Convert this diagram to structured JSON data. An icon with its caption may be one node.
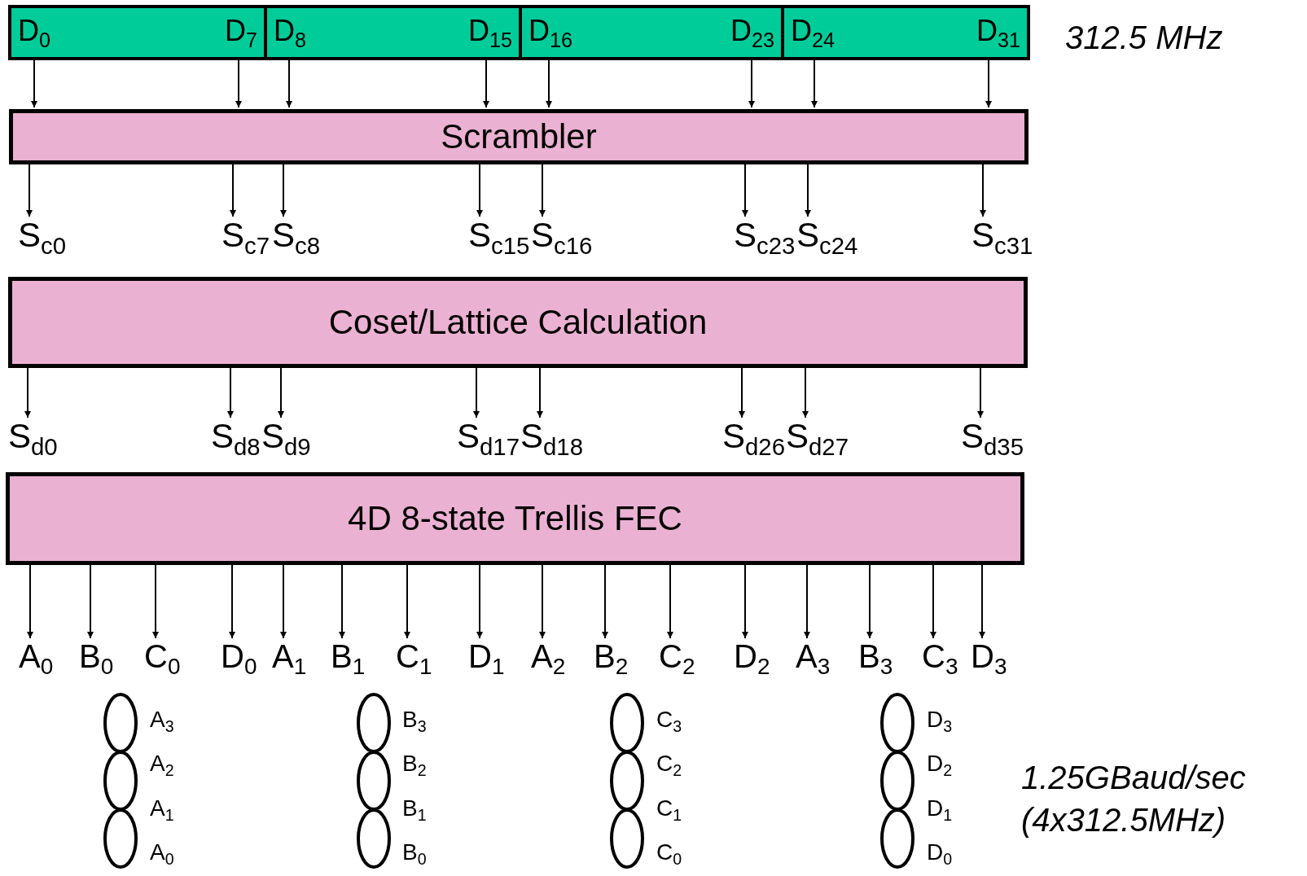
{
  "diagram": {
    "nodes": [
      {
        "text": [
          "D$_{0}$",
          "D$_{7}$"
        ]
      },
      {
        "text": [
          "D$_{8}$",
          "D$_{15}$"
        ]
      },
      {
        "text": [
          "D$_{16}$",
          "D$_{23}$"
        ]
      },
      {
        "text": [
          "D$_{24}$",
          "D$_{31}$"
        ]
      },
      {
        "text": [
          "Scrambler"
        ]
      },
      {
        "text": [
          "S$_{c0}$"
        ]
      },
      {
        "text": [
          "S$_{c7}$"
        ]
      },
      {
        "text": [
          "S$_{c8}$"
        ]
      },
      {
        "text": [
          "S$_{c15}$"
        ]
      },
      {
        "text": [
          "S$_{c16}$"
        ]
      },
      {
        "text": [
          "S$_{c23}$"
        ]
      },
      {
        "text": [
          "S$_{c24}$"
        ]
      },
      {
        "text": [
          "S$_{c31}$"
        ]
      },
      {
        "text": [
          "Coset/Lattice Calculation"
        ]
      },
      {
        "text": [
          "S$_{d0}$"
        ]
      },
      {
        "text": [
          "S$_{d8}$"
        ]
      },
      {
        "text": [
          "S$_{d9}$"
        ]
      },
      {
        "text": [
          "S$_{d17}$"
        ]
      },
      {
        "text": [
          "S$_{d18}$"
        ]
      },
      {
        "text": [
          "S$_{d26}$"
        ]
      },
      {
        "text": [
          "S$_{d27}$"
        ]
      },
      {
        "text": [
          "S$_{d35}$"
        ]
      },
      {
        "text": [
          "4D 8-state Trellis FEC"
        ]
      },
      {
        "text": [
          "A$_{0}$"
        ]
      },
      {
        "text": [
          "B$_{0}$"
        ]
      },
      {
        "text": [
          "C$_{0}$"
        ]
      },
      {
        "text": [
          "D$_{0}$"
        ]
      },
      {
        "text": [
          "A$_{1}$"
        ]
      },
      {
        "text": [
          "B$_{1}$"
        ]
      },
      {
        "text": [
          "C$_{1}$"
        ]
      },
      {
        "text": [
          "D$_{1}$"
        ]
      },
      {
        "text": [
          "A$_{2}$"
        ]
      },
      {
        "text": [
          "B$_{2}$"
        ]
      },
      {
        "text": [
          "C$_{2}$"
        ]
      },
      {
        "text": [
          "D$_{2}$"
        ]
      },
      {
        "text": [
          "A$_{3}$"
        ]
      },
      {
        "text": [
          "B$_{3}$"
        ]
      },
      {
        "text": [
          "C$_{3}$"
        ]
      },
      {
        "text": [
          "D$_{3}$"
        ]
      }
    ],
    "edges": [
      {
        "from": 0,
        "to": 4,
        "arrow": "to"
      },
      {
        "from": 0,
        "to": 4,
        "arrow": "to"
      },
      {
        "from": 1,
        "to": 4,
        "arrow": "to"
      },
      {
        "from": 1,
        "to": 4,
        "arrow": "to"
      },
      {
        "from": 2,
        "to": 4,
        "arrow": "to"
      },
      {
        "from": 2,
        "to": 4,
        "arrow": "to"
      },
      {
        "from": 3,
        "to": 4,
        "arrow": "to"
      },
      {
        "from": 3,
        "to": 4,
        "arrow": "to"
      },
      {
        "from": 4,
        "to": 5,
        "arrow": "to"
      },
      {
        "from": 4,
        "to": 6,
        "arrow": "to"
      },
      {
        "from": 4,
        "to": 7,
        "arrow": "to"
      },
      {
        "from": 4,
        "to": 8,
        "arrow": "to"
      },
      {
        "from": 4,
        "to": 9,
        "arrow": "to"
      },
      {
        "from": 4,
        "to": 10,
        "arrow": "to"
      },
      {
        "from": 4,
        "to": 11,
        "arrow": "to"
      },
      {
        "from": 4,
        "to": 12,
        "arrow": "to"
      },
      {
        "from": 13,
        "to": 14,
        "arrow": "to"
      },
      {
        "from": 13,
        "to": 15,
        "arrow": "to"
      },
      {
        "from": 13,
        "to": 16,
        "arrow": "to"
      },
      {
        "from": 13,
        "to": 17,
        "arrow": "to"
      },
      {
        "from": 13,
        "to": 18,
        "arrow": "to"
      },
      {
        "from": 13,
        "to": 19,
        "arrow": "to"
      },
      {
        "from": 13,
        "to": 20,
        "arrow": "to"
      },
      {
        "from": 13,
        "to": 21,
        "arrow": "to"
      },
      {
        "from": 22,
        "to": 23,
        "arrow": "to"
      },
      {
        "from": 22,
        "to": 24,
        "arrow": "to"
      },
      {
        "from": 22,
        "to": 25,
        "arrow": "to"
      },
      {
        "from": 22,
        "to": 26,
        "arrow": "to"
      },
      {
        "from": 22,
        "to": 27,
        "arrow": "to"
      },
      {
        "from": 22,
        "to": 28,
        "arrow": "to"
      },
      {
        "from": 22,
        "to": 29,
        "arrow": "to"
      },
      {
        "from": 22,
        "to": 30,
        "arrow": "to"
      },
      {
        "from": 22,
        "to": 31,
        "arrow": "to"
      },
      {
        "from": 22,
        "to": 32,
        "arrow": "to"
      },
      {
        "from": 22,
        "to": 33,
        "arrow": "to"
      },
      {
        "from": 22,
        "to": 34,
        "arrow": "to"
      },
      {
        "from": 22,
        "to": 35,
        "arrow": "to"
      },
      {
        "from": 22,
        "to": 36,
        "arrow": "to"
      },
      {
        "from": 22,
        "to": 37,
        "arrow": "to"
      },
      {
        "from": 22,
        "to": 38,
        "arrow": "to"
      }
    ],
    "labels": [
      "312.5 MHz",
      "A$_{3}$",
      "A$_{2}$",
      "A$_{1}$",
      "A$_{0}$",
      "B$_{3}$",
      "B$_{2}$",
      "B$_{1}$",
      "B$_{0}$",
      "C$_{3}$",
      "C$_{2}$",
      "C$_{1}$",
      "C$_{0}$",
      "D$_{3}$",
      "D$_{2}$",
      "D$_{1}$",
      "D$_{0}$",
      "1.25GBaud/sec (4x312.5MHz)"
    ]
  }
}
